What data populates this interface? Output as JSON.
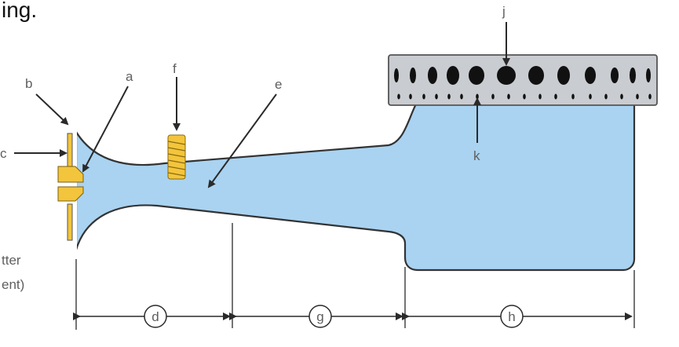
{
  "top_text": "ing.",
  "left_partial_text": [
    "tter",
    "ent)"
  ],
  "labels": {
    "a": "a",
    "b": "b",
    "c": "c",
    "d": "d",
    "e": "e",
    "f": "f",
    "g": "g",
    "h": "h",
    "j": "j",
    "k": "k"
  },
  "colors": {
    "liquid": "#a9d3f1",
    "outline": "#333333",
    "burner_head": "#c9ccd0",
    "brass": "#f3c53c",
    "port": "#111111"
  }
}
